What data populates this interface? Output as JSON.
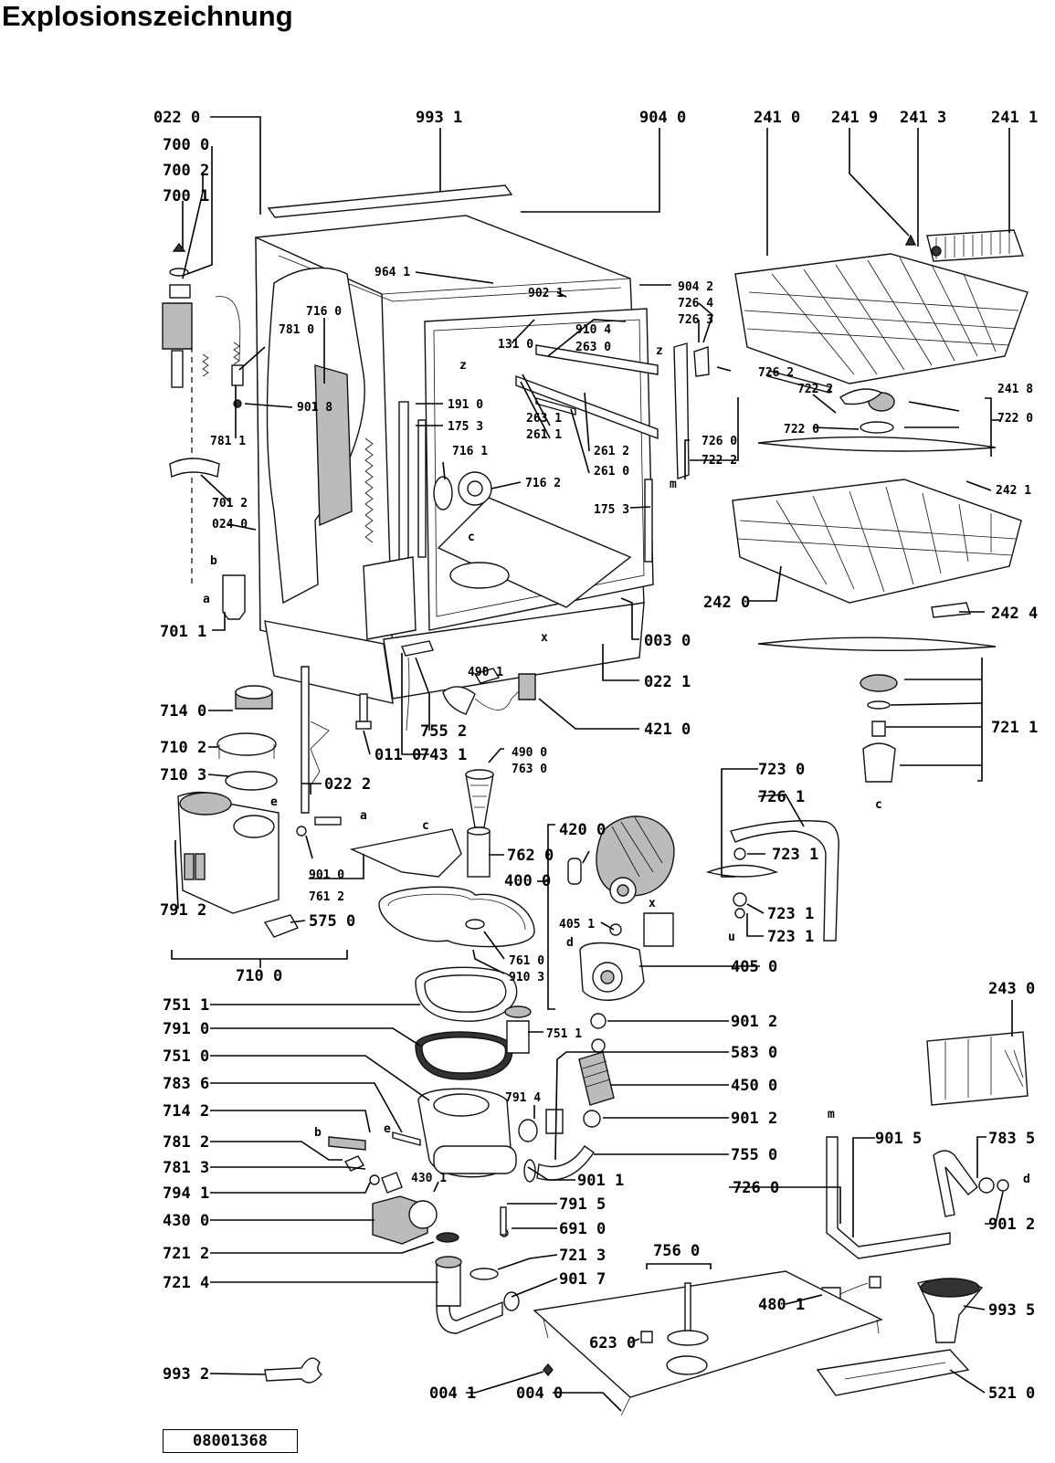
{
  "title": "Explosionszeichnung",
  "doc_number": "08001368",
  "labels": [
    "022 0",
    "993 1",
    "904 0",
    "241 0",
    "241 9",
    "241 3",
    "241 1",
    "700 0",
    "700 2",
    "700 1",
    "964 1",
    "902 1",
    "904 2",
    "726 4",
    "726 3",
    "716 0",
    "781 0",
    "910 4",
    "263 0",
    "131 0",
    "901 8",
    "781 1",
    "726 2",
    "241 8",
    "191 0",
    "175 3",
    "263 1",
    "261 1",
    "716 1",
    "261 2",
    "261 0",
    "726 0",
    "722 2",
    "722 0",
    "722 2",
    "722 0",
    "716 2",
    "701 2",
    "024 0",
    "175 3",
    "242 1",
    "701 1",
    "003 0",
    "242 0",
    "242 4",
    "490 1",
    "022 1",
    "421 0",
    "755 2",
    "743 1",
    "714 0",
    "011 0",
    "490 0",
    "763 0",
    "710 2",
    "710 3",
    "022 2",
    "721 1",
    "723 0",
    "726 1",
    "723 1",
    "723 1",
    "723 1",
    "901 0",
    "761 2",
    "762 0",
    "420 0",
    "400 0",
    "791 2",
    "575 0",
    "405 1",
    "761 0",
    "910 3",
    "405 0",
    "710 0",
    "751 1",
    "751 1",
    "791 0",
    "901 2",
    "751 0",
    "583 0",
    "243 0",
    "783 6",
    "450 0",
    "714 2",
    "791 4",
    "901 2",
    "781 2",
    "901 5",
    "783 5",
    "755 0",
    "781 3",
    "901 1",
    "726 0",
    "794 1",
    "430 1",
    "791 5",
    "430 0",
    "691 0",
    "901 2",
    "721 2",
    "721 3",
    "756 0",
    "721 4",
    "901 7",
    "480 1",
    "993 5",
    "623 0",
    "993 2",
    "004 1",
    "004 0",
    "521 0"
  ],
  "letters": [
    "z",
    "z",
    "c",
    "x",
    "b",
    "a",
    "m",
    "a",
    "c",
    "e",
    "d",
    "x",
    "u",
    "c",
    "b",
    "e",
    "m",
    "d"
  ]
}
